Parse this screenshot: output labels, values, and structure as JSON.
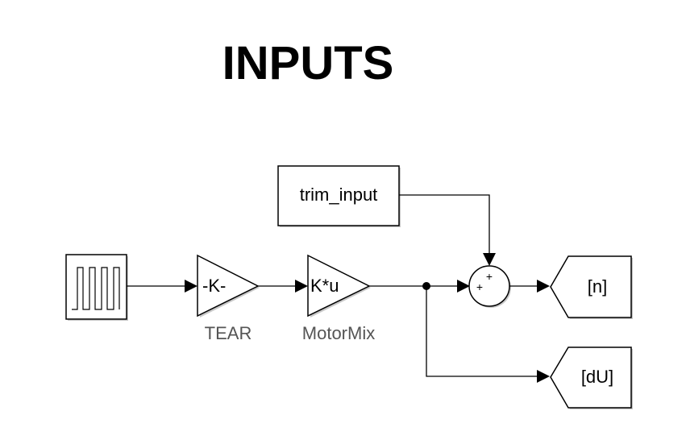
{
  "title": "INPUTS",
  "blocks": {
    "pulse": {
      "icon": "pulse-generator-icon"
    },
    "gain1": {
      "text": "-K-",
      "label": "TEAR"
    },
    "gain2": {
      "text": "K*u",
      "label": "MotorMix"
    },
    "trim": {
      "text": "trim_input"
    },
    "sum": {
      "sign_top": "+",
      "sign_left": "+"
    },
    "goto_n": {
      "text": "[n]"
    },
    "goto_du": {
      "text": "[dU]"
    }
  }
}
